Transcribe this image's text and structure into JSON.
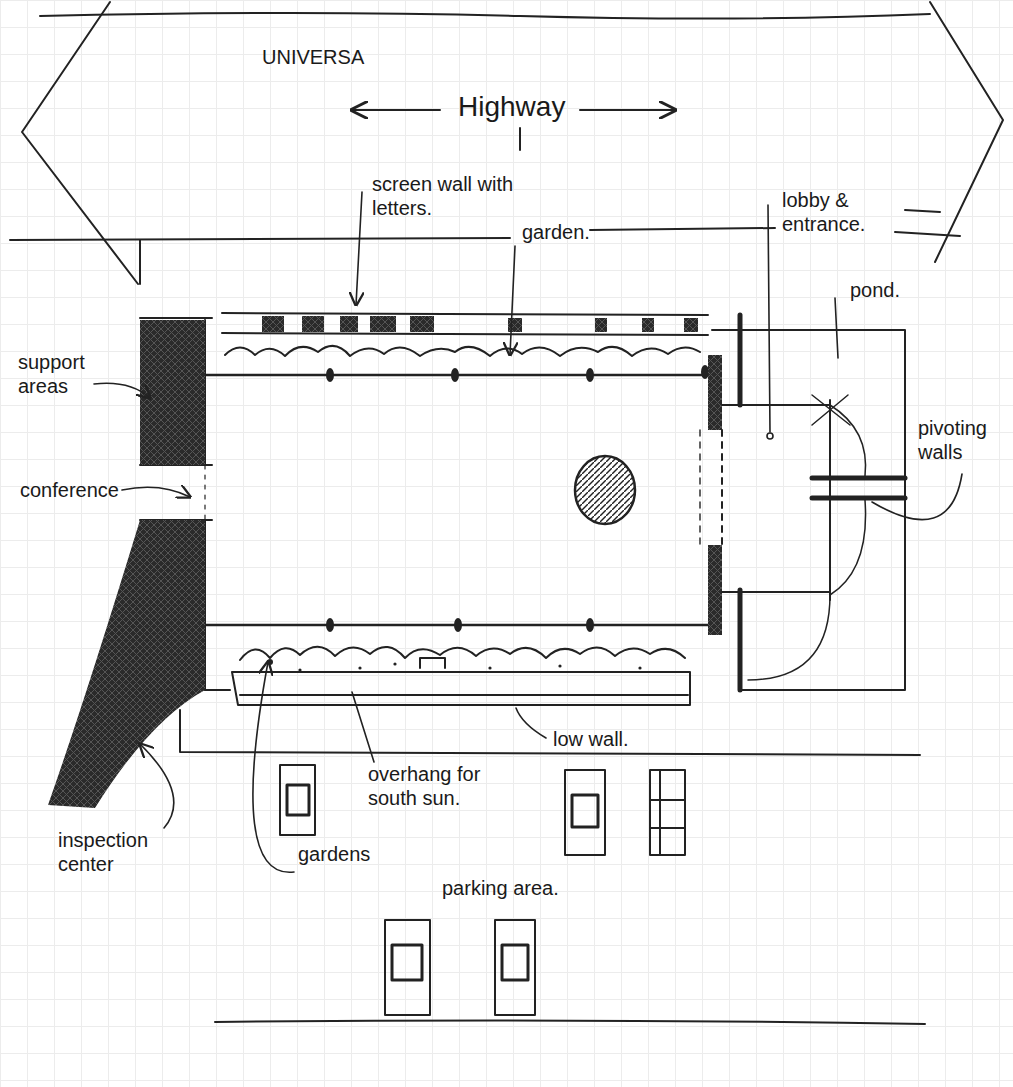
{
  "diagram": {
    "nodes": [
      {
        "text": [
          "UNIVERSA",
          "Highway"
        ]
      }
    ],
    "labels": [
      "screen wall with letters.",
      "garden.",
      "lobby & entrance.",
      "pond.",
      "support areas",
      "conference",
      "pivoting walls",
      "low wall.",
      "overhang for south sun.",
      "inspection center",
      "gardens",
      "parking area."
    ]
  }
}
